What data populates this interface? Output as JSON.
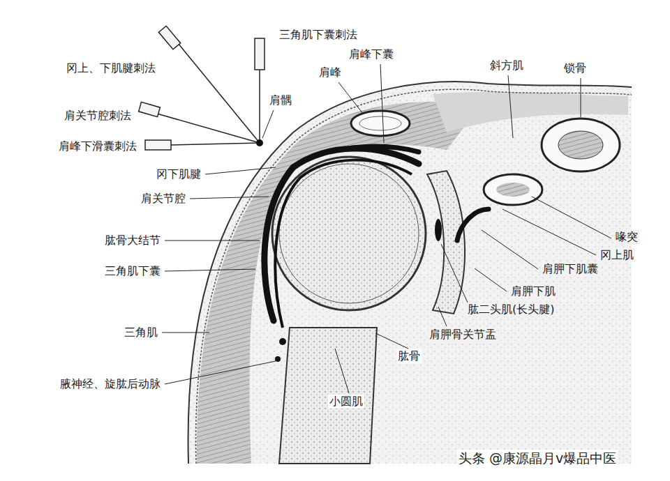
{
  "diagram": {
    "labels": [
      "冈上、下肌腱刺法",
      "三角肌下囊刺法",
      "肩峰下囊",
      "肩峰",
      "斜方肌",
      "锁骨",
      "肩髃",
      "肩关节腔刺法",
      "肩峰下滑囊刺法",
      "冈下肌腱",
      "肩关节腔",
      "喙突",
      "冈上肌",
      "肱骨大结节",
      "肩胛下肌囊",
      "三角肌下囊",
      "肩胛下肌",
      "肱二头肌(长头腱)",
      "三角肌",
      "肩胛骨关节盂",
      "腋神经、旋肱后动脉",
      "肱骨",
      "小圆肌",
      "头条 @康源晶月v爆品中医"
    ]
  }
}
